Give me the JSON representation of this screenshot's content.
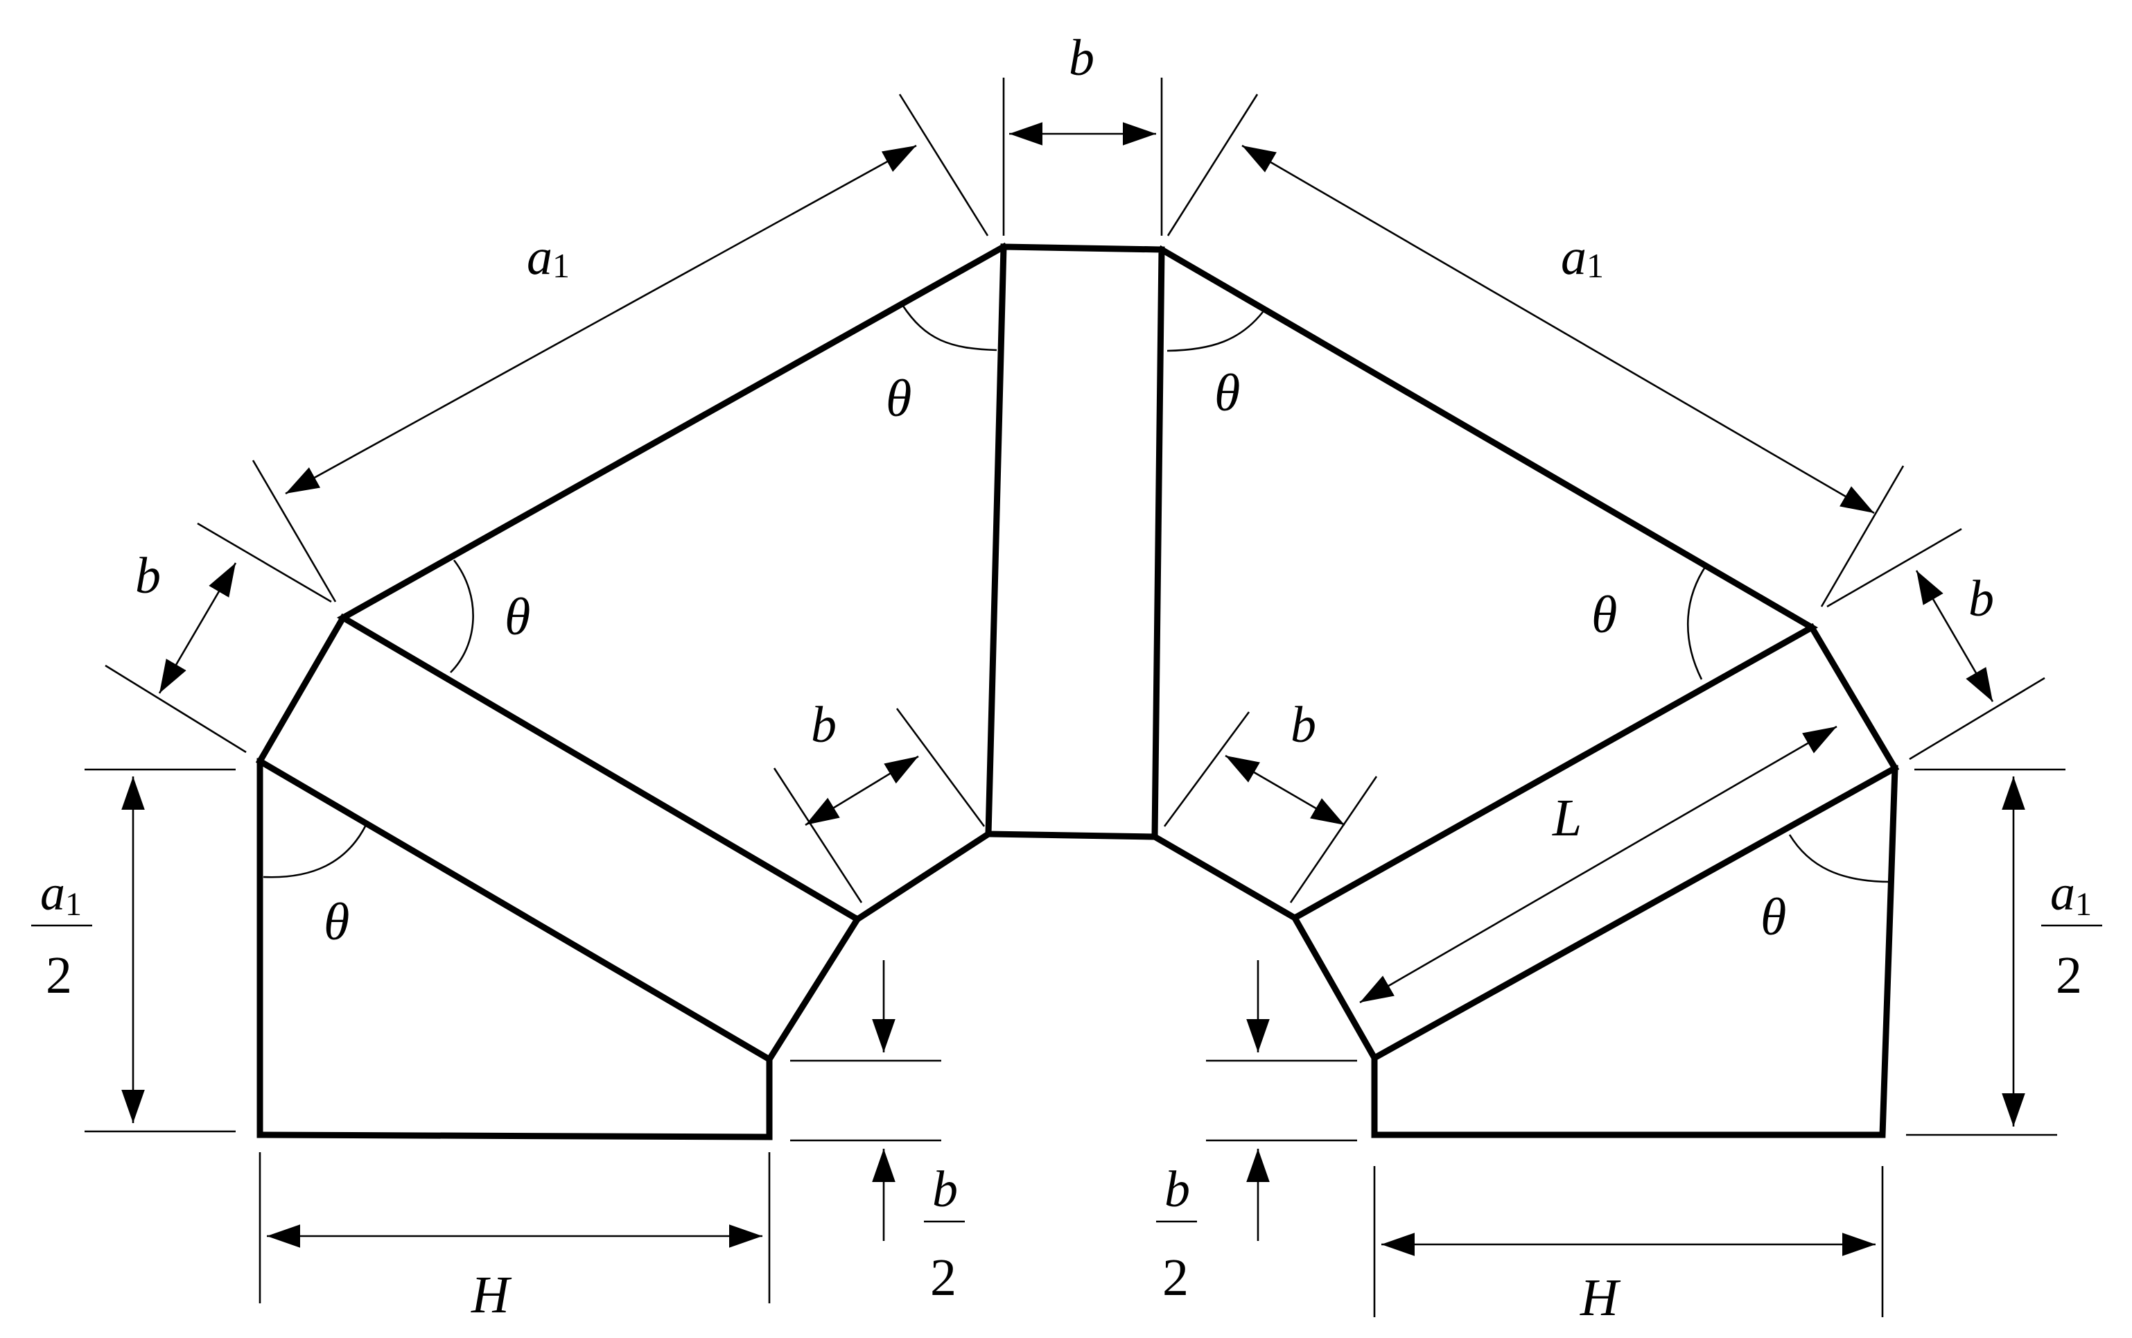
{
  "symbols": {
    "a": "a",
    "a_sub": "1",
    "b": "b",
    "theta": "θ",
    "L": "L",
    "H": "H",
    "two": "2"
  },
  "colors": {
    "stroke": "#000000",
    "background": "#ffffff"
  }
}
